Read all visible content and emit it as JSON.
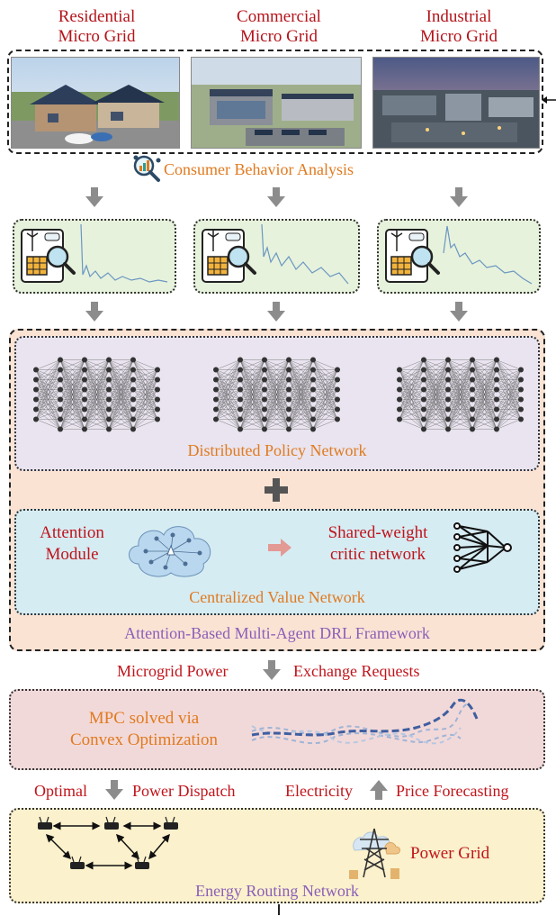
{
  "grids": {
    "residential": [
      "Residential",
      "Micro Grid"
    ],
    "commercial": [
      "Commercial",
      "Micro Grid"
    ],
    "industrial": [
      "Industrial",
      "Micro Grid"
    ]
  },
  "consumer_label": "Consumer Behavior Analysis",
  "policy_label": "Distributed Policy Network",
  "attention_module": [
    "Attention",
    "Module"
  ],
  "critic": [
    "Shared-weight",
    "critic network"
  ],
  "value_label": "Centralized Value Network",
  "framework_label": "Attention-Based Multi-Agent DRL Framework",
  "exchange_left": "Microgrid Power",
  "exchange_right": "Exchange Requests",
  "mpc": [
    "MPC solved via",
    "Convex Optimization"
  ],
  "dispatch_left": "Optimal",
  "dispatch_right": "Power Dispatch",
  "forecast_left": "Electricity",
  "forecast_right": "Price Forecasting",
  "power_grid": "Power Grid",
  "routing_label": "Energy Routing Network",
  "colors": {
    "red_title": "#b3141b",
    "orange": "#e07a1f",
    "purple": "#8a5fb8",
    "framework_bg": "#fbe3d4",
    "policy_bg": "#e9e4ef",
    "value_bg": "#d6ecf3",
    "mpc_bg": "#f2d9d9",
    "routing_bg": "#fbf1cc",
    "analysis_bg": "#e6f2dc",
    "arrow_gray": "#8c8c8c"
  }
}
